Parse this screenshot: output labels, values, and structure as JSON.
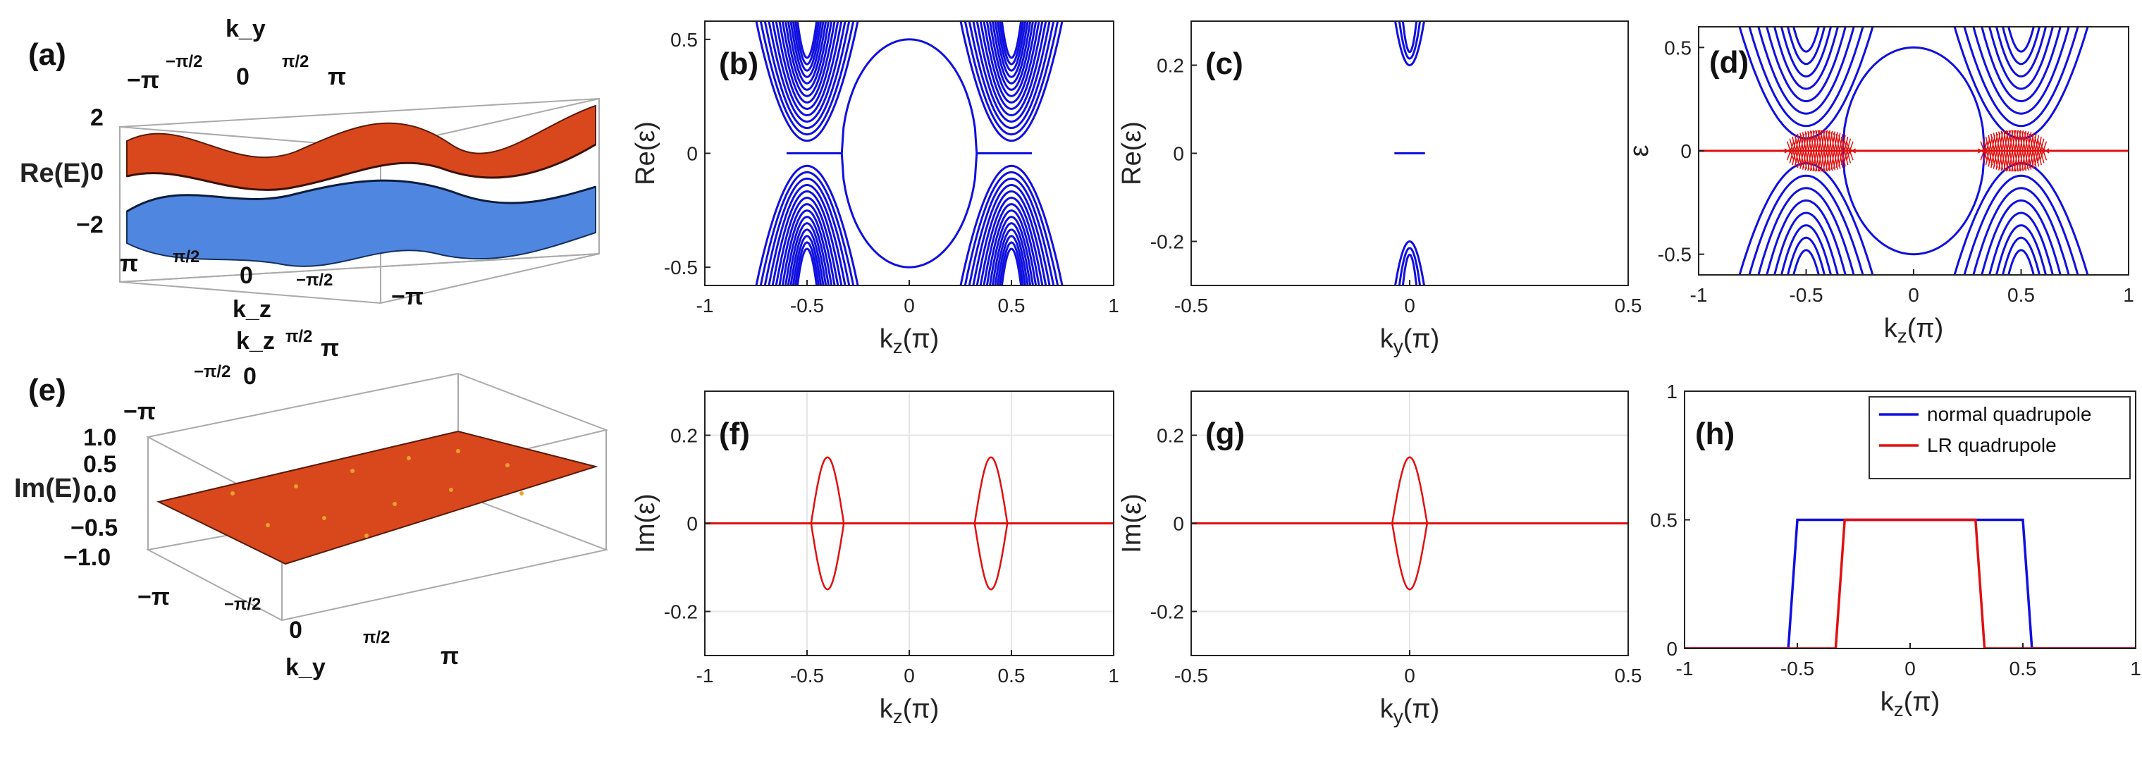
{
  "colors": {
    "blue": "#1010e0",
    "red": "#e01010",
    "surface_red": "#d9481c",
    "surface_blue": "#4f86e0",
    "grid": "#e6e6e6"
  },
  "panel_labels": {
    "a": "(a)",
    "b": "(b)",
    "c": "(c)",
    "d": "(d)",
    "e": "(e)",
    "f": "(f)",
    "g": "(g)",
    "h": "(h)"
  },
  "panel_a": {
    "zlabel": "Re(E)",
    "ky_label": "k_y",
    "kz_label": "k_z",
    "z_ticks": [
      "2",
      "0",
      "−2"
    ],
    "ky_ticks": [
      "−π",
      "−π/2",
      "0",
      "π/2",
      "π"
    ],
    "kz_ticks": [
      "π",
      "π/2",
      "0",
      "−π/2",
      "−π"
    ]
  },
  "panel_e": {
    "zlabel": "Im(E)",
    "ky_label": "k_y",
    "kz_label": "k_z",
    "z_ticks": [
      "1.0",
      "0.5",
      "0.0",
      "−0.5",
      "−1.0"
    ],
    "ky_ticks": [
      "−π",
      "−π/2",
      "0",
      "π/2",
      "π"
    ],
    "kz_ticks": [
      "−π",
      "−π/2",
      "0",
      "π/2",
      "π"
    ]
  },
  "chart_data": [
    {
      "id": "b",
      "type": "line",
      "xlabel": "k_z(π)",
      "ylabel": "Re(ε)",
      "xlim": [
        -1,
        1
      ],
      "ylim": [
        -0.58,
        0.58
      ],
      "xticks": [
        "-1",
        "-0.5",
        "0",
        "0.5",
        "1"
      ],
      "xtick_values": [
        -1,
        -0.5,
        0,
        0.5,
        1
      ],
      "yticks": [
        "0.5",
        "0",
        "-0.5"
      ],
      "ytick_values": [
        0.5,
        0,
        -0.5
      ],
      "grid": false,
      "series": [
        {
          "kind": "bands",
          "center": -0.5,
          "halfwidth": 0.32,
          "gap": 0.055,
          "count": 14,
          "spacing": 0.028
        },
        {
          "kind": "bands",
          "center": 0.5,
          "halfwidth": 0.32,
          "gap": 0.055,
          "count": 14,
          "spacing": 0.028
        },
        {
          "kind": "loop",
          "x": [
            -0.33,
            0.33
          ],
          "ymax": 0.5
        },
        {
          "kind": "flat",
          "segments": [
            [
              -0.6,
              -0.33
            ],
            [
              0.33,
              0.6
            ]
          ]
        }
      ]
    },
    {
      "id": "c",
      "type": "line",
      "xlabel": "k_y(π)",
      "ylabel": "Re(ε)",
      "xlim": [
        -0.5,
        0.5
      ],
      "ylim": [
        -0.3,
        0.3
      ],
      "xticks": [
        "-0.5",
        "0",
        "0.5"
      ],
      "xtick_values": [
        -0.5,
        0,
        0.5
      ],
      "yticks": [
        "0.2",
        "0",
        "-0.2"
      ],
      "ytick_values": [
        0.2,
        0,
        -0.2
      ],
      "grid": false,
      "series": [
        {
          "kind": "bands",
          "center": 0,
          "halfwidth": 0.07,
          "gap": 0.2,
          "count": 3,
          "spacing": 0.015
        },
        {
          "kind": "flat",
          "segments": [
            [
              -0.035,
              0.035
            ]
          ]
        }
      ]
    },
    {
      "id": "d",
      "type": "line",
      "xlabel": "k_z(π)",
      "ylabel": "ε",
      "xlim": [
        -1,
        1
      ],
      "ylim": [
        -0.6,
        0.6
      ],
      "xticks": [
        "-1",
        "-0.5",
        "0",
        "0.5",
        "1"
      ],
      "xtick_values": [
        -1,
        -0.5,
        0,
        0.5,
        1
      ],
      "yticks": [
        "0.5",
        "0",
        "-0.5"
      ],
      "ytick_values": [
        0.5,
        0,
        -0.5
      ],
      "grid": false,
      "series": [
        {
          "kind": "bands",
          "center": -0.5,
          "halfwidth": 0.4,
          "gap": 0.06,
          "count": 8,
          "spacing": 0.06
        },
        {
          "kind": "bands",
          "center": 0.5,
          "halfwidth": 0.4,
          "gap": 0.06,
          "count": 8,
          "spacing": 0.06
        },
        {
          "kind": "loop",
          "x": [
            -0.33,
            0.33
          ],
          "ymax": 0.5
        },
        {
          "kind": "hatch",
          "regions": [
            [
              -0.6,
              -0.3
            ],
            [
              0.3,
              0.6
            ]
          ],
          "color": "red"
        },
        {
          "kind": "flat",
          "segments": [
            [
              -1,
              1
            ]
          ],
          "color": "red"
        }
      ]
    },
    {
      "id": "f",
      "type": "line",
      "xlabel": "k_z(π)",
      "ylabel": "Im(ε)",
      "xlim": [
        -1,
        1
      ],
      "ylim": [
        -0.3,
        0.3
      ],
      "xticks": [
        "-1",
        "-0.5",
        "0",
        "0.5",
        "1"
      ],
      "xtick_values": [
        -1,
        -0.5,
        0,
        0.5,
        1
      ],
      "yticks": [
        "0.2",
        "0",
        "-0.2"
      ],
      "ytick_values": [
        0.2,
        0,
        -0.2
      ],
      "grid": true,
      "series": [
        {
          "kind": "flat",
          "segments": [
            [
              -1,
              1
            ]
          ],
          "color": "red"
        },
        {
          "kind": "lens",
          "x": [
            -0.48,
            -0.32
          ],
          "peak": -0.4,
          "ymax": 0.15,
          "color": "red"
        },
        {
          "kind": "lens",
          "x": [
            0.32,
            0.48
          ],
          "peak": 0.4,
          "ymax": 0.15,
          "color": "red"
        }
      ]
    },
    {
      "id": "g",
      "type": "line",
      "xlabel": "k_y(π)",
      "ylabel": "Im(ε)",
      "xlim": [
        -0.5,
        0.5
      ],
      "ylim": [
        -0.3,
        0.3
      ],
      "xticks": [
        "-0.5",
        "0",
        "0.5"
      ],
      "xtick_values": [
        -0.5,
        0,
        0.5
      ],
      "yticks": [
        "0.2",
        "0",
        "-0.2"
      ],
      "ytick_values": [
        0.2,
        0,
        -0.2
      ],
      "grid": true,
      "series": [
        {
          "kind": "flat",
          "segments": [
            [
              -0.5,
              0.5
            ]
          ],
          "color": "red"
        },
        {
          "kind": "lens",
          "x": [
            -0.04,
            0.04
          ],
          "peak": 0,
          "ymax": 0.15,
          "color": "red"
        }
      ]
    },
    {
      "id": "h",
      "type": "line",
      "xlabel": "k_z(π)",
      "ylabel": "",
      "xlim": [
        -1,
        1
      ],
      "ylim": [
        0,
        1
      ],
      "xticks": [
        "-1",
        "-0.5",
        "0",
        "0.5",
        "1"
      ],
      "xtick_values": [
        -1,
        -0.5,
        0,
        0.5,
        1
      ],
      "yticks": [
        "1",
        "0.5",
        "0"
      ],
      "ytick_values": [
        1,
        0.5,
        0
      ],
      "grid": false,
      "legend": "top-right",
      "series": [
        {
          "kind": "polyline",
          "name": "normal quadrupole",
          "color": "blue",
          "x": [
            -1,
            -0.54,
            -0.5,
            0.5,
            0.54,
            1
          ],
          "y": [
            0,
            0,
            0.5,
            0.5,
            0,
            0
          ]
        },
        {
          "kind": "polyline",
          "name": "LR quadrupole",
          "color": "red",
          "x": [
            -1,
            -0.33,
            -0.29,
            0.29,
            0.33,
            1
          ],
          "y": [
            0,
            0,
            0.5,
            0.5,
            0,
            0
          ]
        }
      ]
    }
  ]
}
